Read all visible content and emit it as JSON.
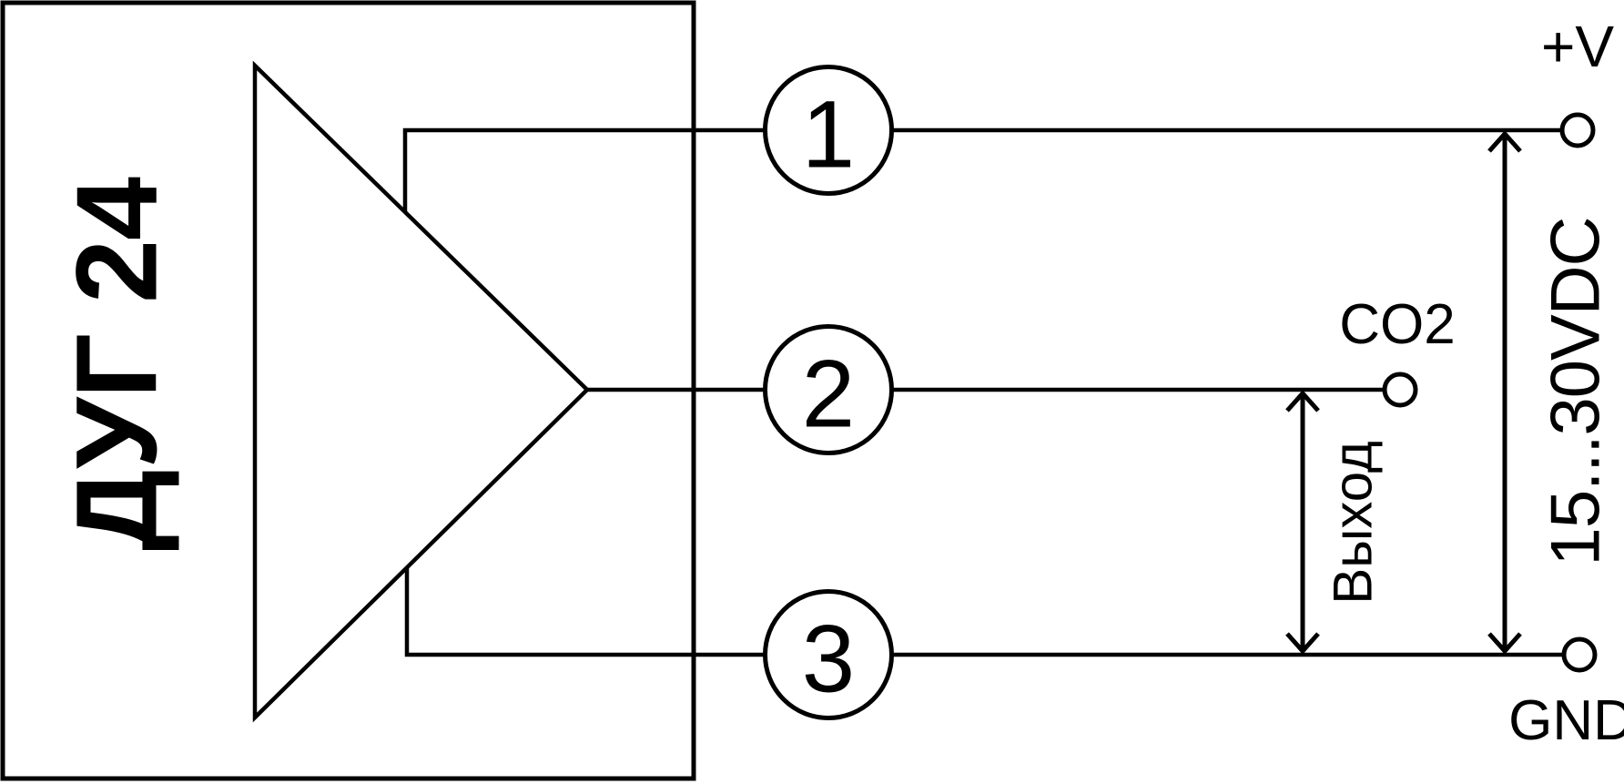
{
  "diagram": {
    "device_label": "ДУГ 24",
    "pins": [
      {
        "number": "1",
        "terminal": "+V"
      },
      {
        "number": "2",
        "terminal": "CO2"
      },
      {
        "number": "3",
        "terminal": "GND"
      }
    ],
    "dimensions": {
      "supply_range": "15...30VDC",
      "output": "Выход"
    },
    "colors": {
      "line": "#000000",
      "background": "#ffffff"
    }
  }
}
